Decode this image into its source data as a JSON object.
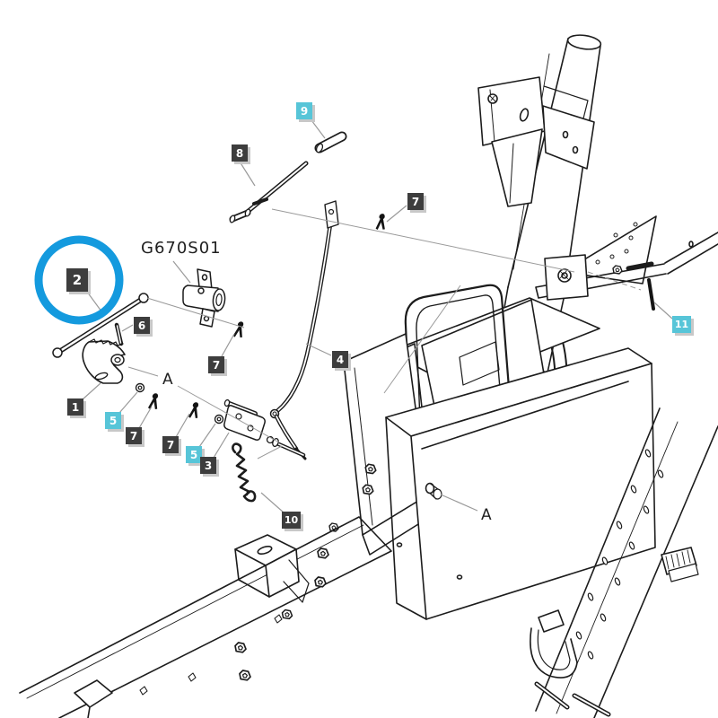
{
  "page": {
    "background": "#ffffff"
  },
  "diagram": {
    "part_code": "G670S01",
    "highlight": {
      "shape": "circle",
      "color": "#149ade",
      "target_callout": "2"
    },
    "colors": {
      "callout_dark_bg": "#3d3d3d",
      "callout_cyan_bg": "#57c5d8",
      "callout_text": "#ffffff",
      "drawing_line": "#1c1c1c",
      "leader_line": "#9a9a9a"
    },
    "reference_markers": {
      "a1": "A",
      "a2": "A"
    },
    "callouts": [
      {
        "text": "2",
        "style": "dark",
        "highlighted": true
      },
      {
        "text": "6",
        "style": "dark"
      },
      {
        "text": "7",
        "style": "dark"
      },
      {
        "text": "8",
        "style": "dark"
      },
      {
        "text": "9",
        "style": "cyan"
      },
      {
        "text": "7",
        "style": "dark"
      },
      {
        "text": "4",
        "style": "dark"
      },
      {
        "text": "1",
        "style": "dark"
      },
      {
        "text": "5",
        "style": "cyan"
      },
      {
        "text": "7",
        "style": "dark"
      },
      {
        "text": "7",
        "style": "dark"
      },
      {
        "text": "5",
        "style": "cyan"
      },
      {
        "text": "3",
        "style": "dark"
      },
      {
        "text": "10",
        "style": "dark"
      },
      {
        "text": "11",
        "style": "cyan"
      }
    ]
  }
}
